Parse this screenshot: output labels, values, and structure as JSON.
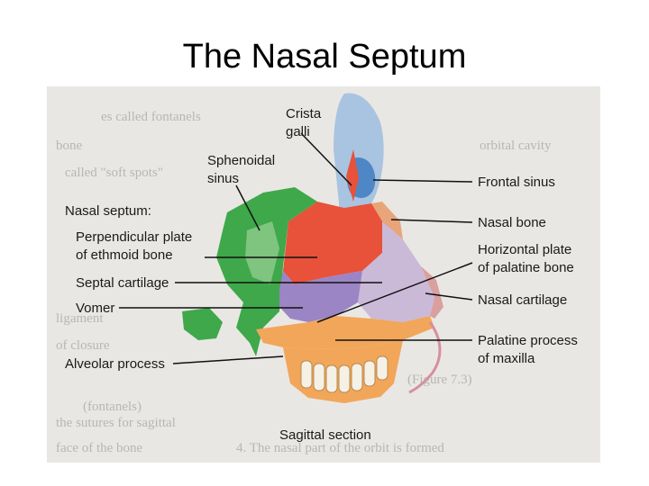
{
  "slide": {
    "title": "The Nasal Septum"
  },
  "figure": {
    "labels": {
      "crista_galli_1": "Crista",
      "crista_galli_2": "galli",
      "sphenoidal_sinus_1": "Sphenoidal",
      "sphenoidal_sinus_2": "sinus",
      "nasal_septum": "Nasal septum:",
      "perpendicular_plate_1": "Perpendicular plate",
      "perpendicular_plate_2": "of ethmoid bone",
      "septal_cartilage": "Septal cartilage",
      "vomer": "Vomer",
      "alveolar_process": "Alveolar process",
      "frontal_sinus": "Frontal sinus",
      "nasal_bone": "Nasal bone",
      "horizontal_plate_1": "Horizontal plate",
      "horizontal_plate_2": "of palatine bone",
      "nasal_cartilage": "Nasal cartilage",
      "palatine_process_1": "Palatine process",
      "palatine_process_2": "of maxilla",
      "sagittal_section": "Sagittal section"
    },
    "colors": {
      "background": "#e9e7e4",
      "sphenoid_green": "#3fa84a",
      "ethmoid_red": "#e8513a",
      "septal_cartilage_purple": "#a98fc7",
      "vomer_purple": "#9c85c4",
      "nasal_cartilage_lilac": "#cbb9d8",
      "frontal_bone_blue": "#a9c4e0",
      "frontal_sinus_blue": "#4f86c6",
      "maxilla_orange": "#f2a65a",
      "teeth": "#f5f1e6"
    }
  }
}
